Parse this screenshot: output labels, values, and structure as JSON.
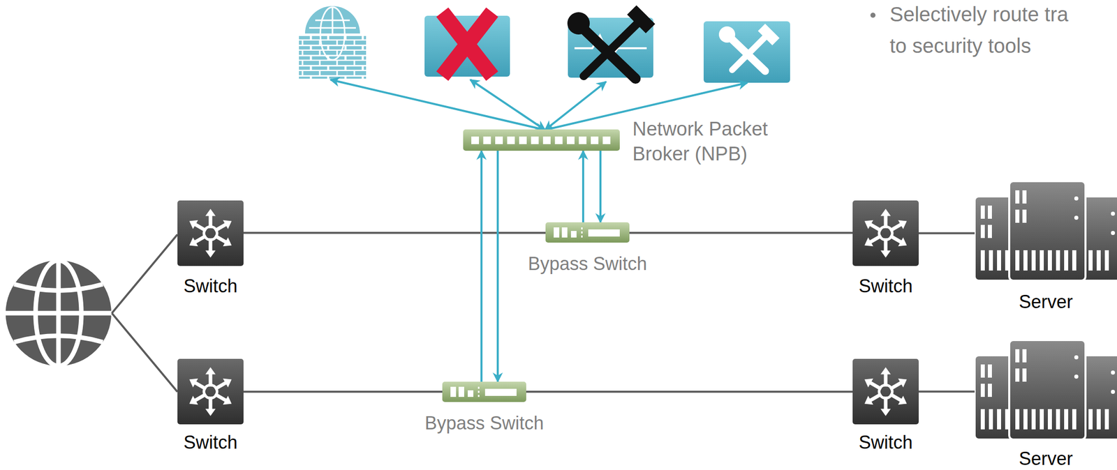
{
  "diagram": {
    "nodes": [
      {
        "text": [
          "Network Packet Broker (NPB)"
        ]
      },
      {
        "text": [
          "Switch"
        ]
      },
      {
        "text": [
          "Bypass Switch"
        ]
      },
      {
        "text": [
          "Switch"
        ]
      },
      {
        "text": [
          "Server"
        ]
      },
      {
        "text": [
          "Switch"
        ]
      },
      {
        "text": [
          "Bypass Switch"
        ]
      },
      {
        "text": [
          "Switch"
        ]
      },
      {
        "text": [
          "Server"
        ]
      }
    ],
    "edges": [
      {
        "from": 1,
        "to": 2,
        "arrow": "none"
      },
      {
        "from": 2,
        "to": 3,
        "arrow": "none"
      },
      {
        "from": 3,
        "to": 4,
        "arrow": "none"
      },
      {
        "from": 5,
        "to": 6,
        "arrow": "none"
      },
      {
        "from": 6,
        "to": 7,
        "arrow": "none"
      },
      {
        "from": 7,
        "to": 8,
        "arrow": "none"
      },
      {
        "from": 2,
        "to": 0,
        "arrow": "to"
      },
      {
        "from": 0,
        "to": 2,
        "arrow": "to"
      },
      {
        "from": 6,
        "to": 0,
        "arrow": "to"
      },
      {
        "from": 0,
        "to": 6,
        "arrow": "to"
      }
    ],
    "labels": [
      "Selectively route tra",
      "to security tools"
    ]
  }
}
